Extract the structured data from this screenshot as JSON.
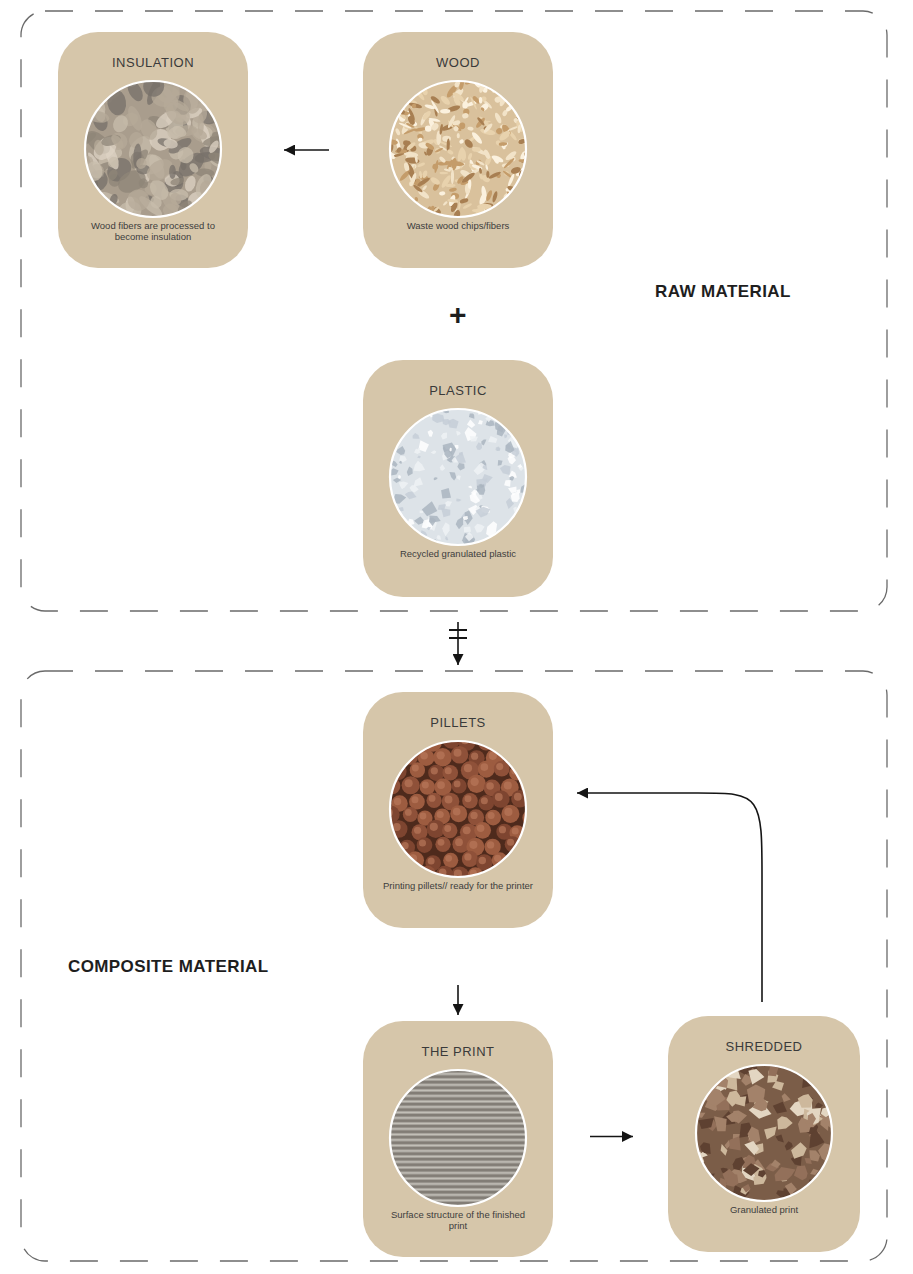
{
  "diagram": {
    "nodes": [
      {
        "text": [
          "RAW MATERIAL"
        ]
      },
      {
        "text": [
          "INSULATION",
          "Wood fibers are processed to become insulation"
        ],
        "in": 0
      },
      {
        "text": [
          "WOOD",
          "Waste wood chips/fibers"
        ],
        "in": 0
      },
      {
        "text": [
          "PLASTIC",
          "Recycled granulated plastic"
        ],
        "in": 0
      },
      {
        "text": [
          "COMPOSITE MATERIAL"
        ]
      },
      {
        "text": [
          "PILLETS",
          "Printing pillets// ready for the printer"
        ],
        "in": 4
      },
      {
        "text": [
          "THE PRINT",
          "Surface structure of the finished print"
        ],
        "in": 4
      },
      {
        "text": [
          "SHREDDED",
          "Granulated print"
        ],
        "in": 4
      }
    ],
    "edges": [
      {
        "from": 2,
        "to": 1,
        "arrow": "to"
      },
      {
        "from": 0,
        "to": 4,
        "arrow": "to"
      },
      {
        "from": 5,
        "to": 6,
        "arrow": "to"
      },
      {
        "from": 6,
        "to": 7,
        "arrow": "to"
      },
      {
        "from": 7,
        "to": 5,
        "arrow": "to"
      }
    ],
    "labels": [
      "+"
    ]
  }
}
